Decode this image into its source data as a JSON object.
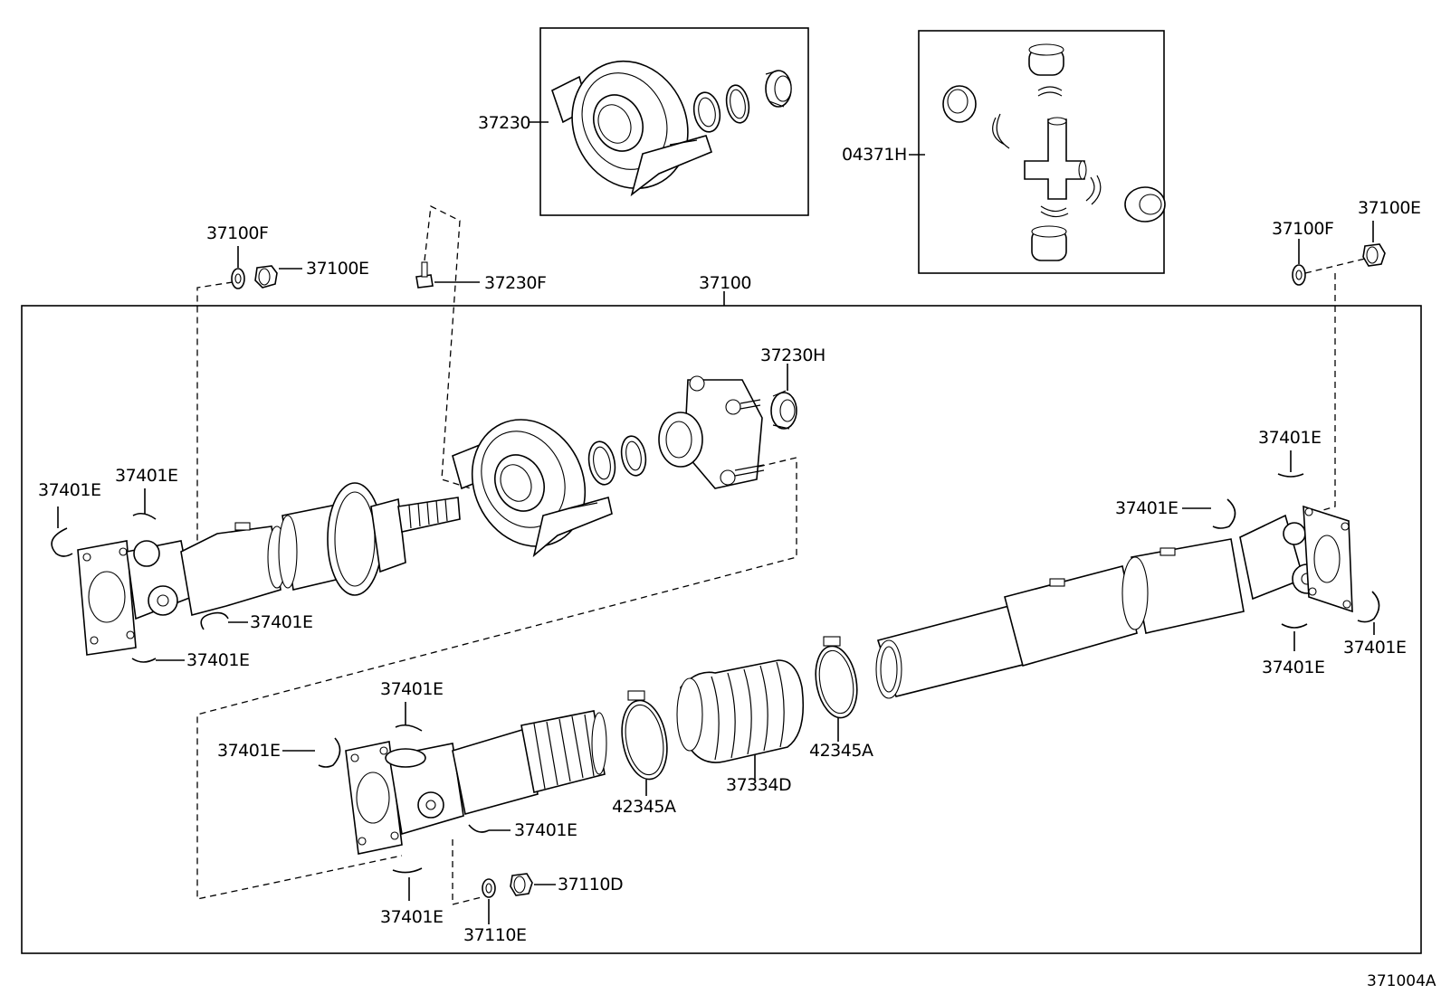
{
  "diagram_code": "371004A",
  "labels": {
    "l37230": "37230",
    "l04371H": "04371H",
    "l37100F_left": "37100F",
    "l37100E_left": "37100E",
    "l37230F": "37230F",
    "l37100": "37100",
    "l37100F_right": "37100F",
    "l37100E_right": "37100E",
    "l37230H": "37230H",
    "l37401E_a": "37401E",
    "l37401E_b": "37401E",
    "l37401E_c": "37401E",
    "l37401E_d": "37401E",
    "l37401E_e": "37401E",
    "l37401E_f": "37401E",
    "l37401E_g": "37401E",
    "l37401E_h": "37401E",
    "l37401E_i": "37401E",
    "l37401E_j": "37401E",
    "l37401E_k": "37401E",
    "l37401E_l": "37401E",
    "l42345A_a": "42345A",
    "l42345A_b": "42345A",
    "l37334D": "37334D",
    "l37110D": "37110D",
    "l37110E": "37110E"
  }
}
